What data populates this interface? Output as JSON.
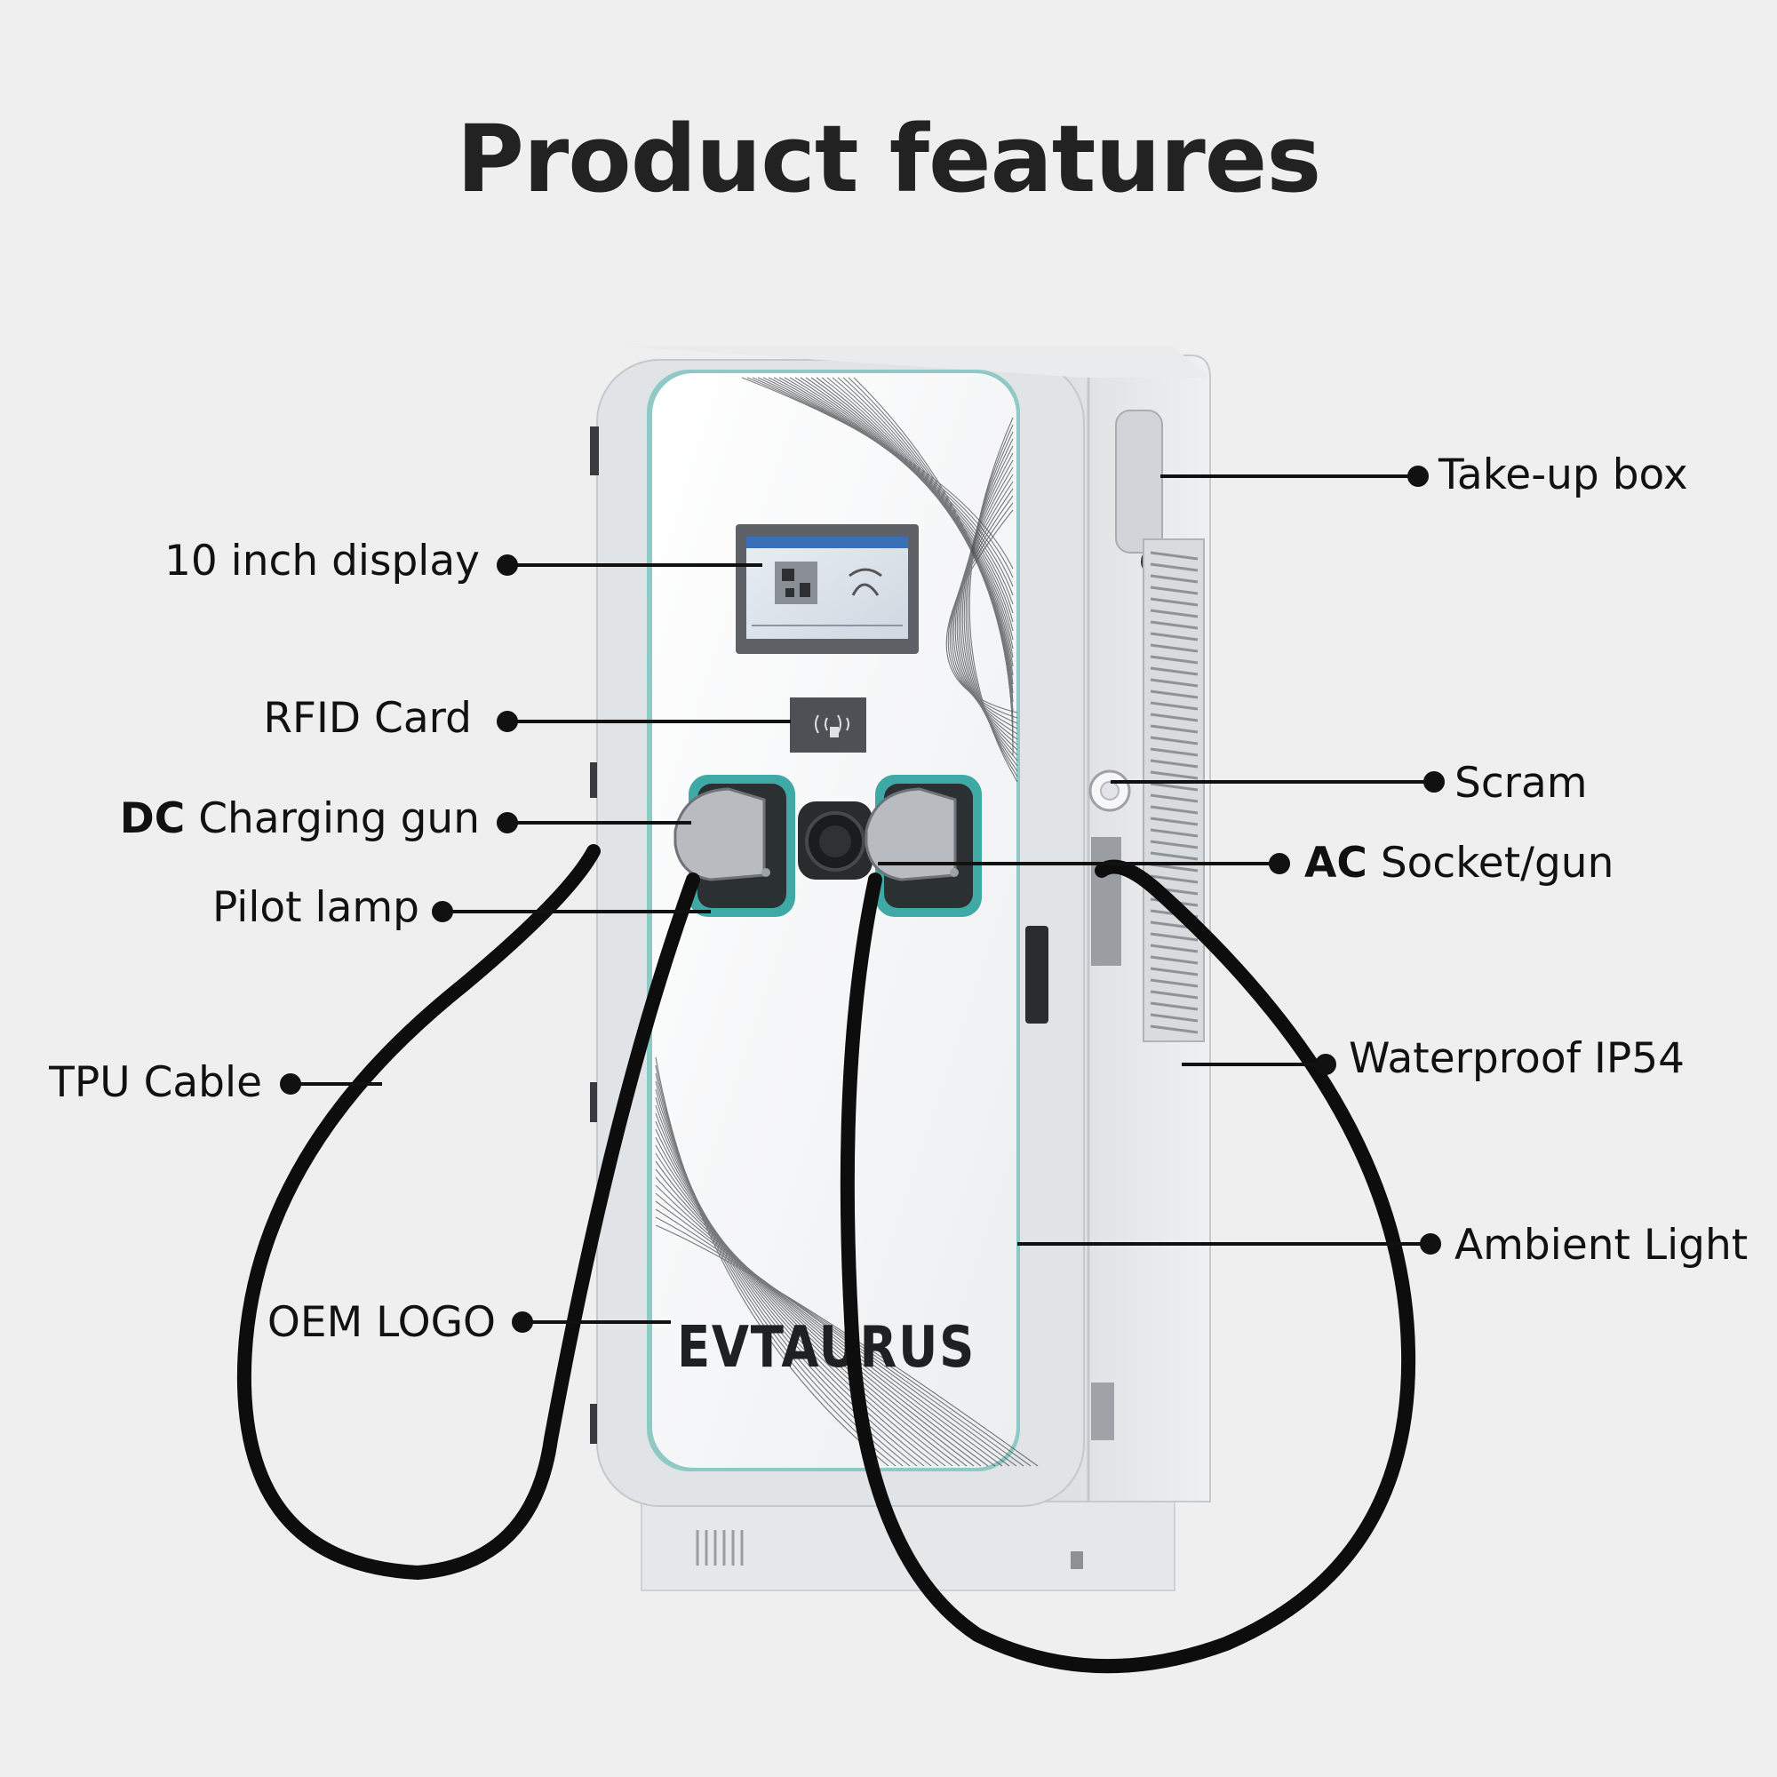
{
  "title": "Product features",
  "brand": {
    "logo_text": "EVTAURUS"
  },
  "colors": {
    "background": "#efefef",
    "cabinet": "#e4e6e9",
    "front_panel": "#f4f5f6",
    "accent_teal": "#3fa9a6",
    "cable": "#0d0d0d",
    "leader_line": "#111111"
  },
  "callouts": {
    "display": {
      "label": "10 inch display"
    },
    "rfid": {
      "label": "RFID Card"
    },
    "dc_gun": {
      "bold": "DC",
      "label": " Charging gun"
    },
    "pilot_lamp": {
      "label": "Pilot lamp"
    },
    "tpu_cable": {
      "label": "TPU Cable"
    },
    "oem_logo": {
      "label": "OEM LOGO"
    },
    "takeup_box": {
      "label": "Take-up box"
    },
    "scram": {
      "label": "Scram"
    },
    "ac_socket": {
      "bold": "AC",
      "label": " Socket/gun"
    },
    "waterproof": {
      "label": "Waterproof IP54"
    },
    "ambient_light": {
      "label": "Ambient Light"
    }
  }
}
